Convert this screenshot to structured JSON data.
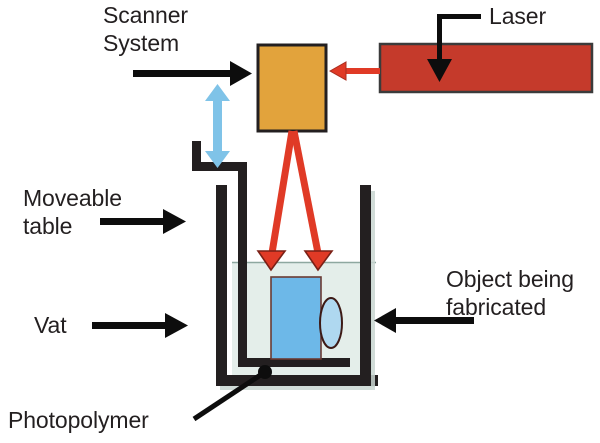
{
  "figure": {
    "title": "Stereolithography (SLA) apparatus schematic",
    "background_color": "#ffffff"
  },
  "labels": {
    "scanner_line1": "Scanner",
    "scanner_line2": "System",
    "laser": "Laser",
    "moveable_line1": "Moveable",
    "moveable_line2": "table",
    "vat": "Vat",
    "photopolymer": "Photopolymer",
    "object_line1": "Object being",
    "object_line2": "fabricated"
  },
  "colors": {
    "scanner_box_fill": "#E2A33C",
    "scanner_box_stroke": "#231f20",
    "laser_box_fill": "#C53A2B",
    "laser_box_stroke": "#3b3b3b",
    "beam_red": "#E03A26",
    "beam_stroke": "#7a2016",
    "table_black": "#231f20",
    "vat_wall": "#231f20",
    "photopolymer_fill": "#e4eeea",
    "liquid_line": "#6b8b83",
    "object_fill": "#6DB8E8",
    "object_stroke": "#6b3a33",
    "ellipse_fill": "#AFD8F0",
    "ellipse_stroke": "#4a1f1a",
    "blue_arrow": "#7FC3E8",
    "blue_arrow_stroke": "#5aa8d6",
    "text": "#231f20"
  },
  "components": {
    "scanner_box": "scanner system box",
    "laser_box": "laser source box",
    "vat": "resin vat container",
    "object": "object being fabricated",
    "platform": "moveable build platform",
    "beam": "laser beam path"
  }
}
